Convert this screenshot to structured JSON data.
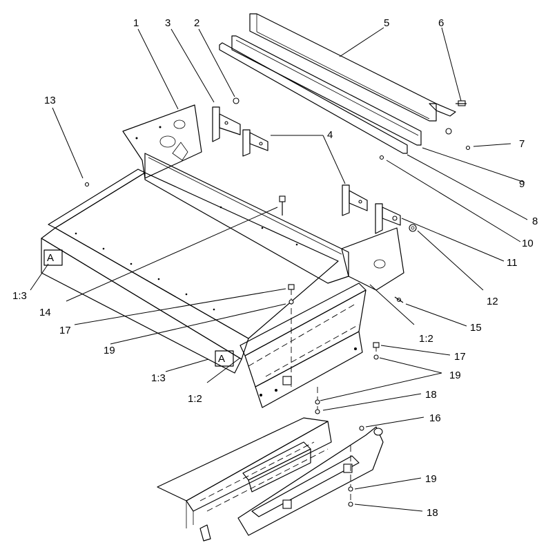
{
  "callouts": {
    "c1": "1",
    "c3": "3",
    "c2": "2",
    "c5": "5",
    "c6": "6",
    "c13": "13",
    "c4": "4",
    "c7": "7",
    "c9": "9",
    "c8": "8",
    "c10": "10",
    "c11": "11",
    "c12": "12",
    "c15": "15",
    "c1_3a": "1:3",
    "c14": "14",
    "c17a": "17",
    "c19a": "19",
    "c1_2a": "1:2",
    "c17b": "17",
    "c19b": "19",
    "c1_3b": "1:3",
    "c1_2b": "1:2",
    "c18a": "18",
    "c16": "16",
    "c19c": "19",
    "c18b": "18"
  }
}
